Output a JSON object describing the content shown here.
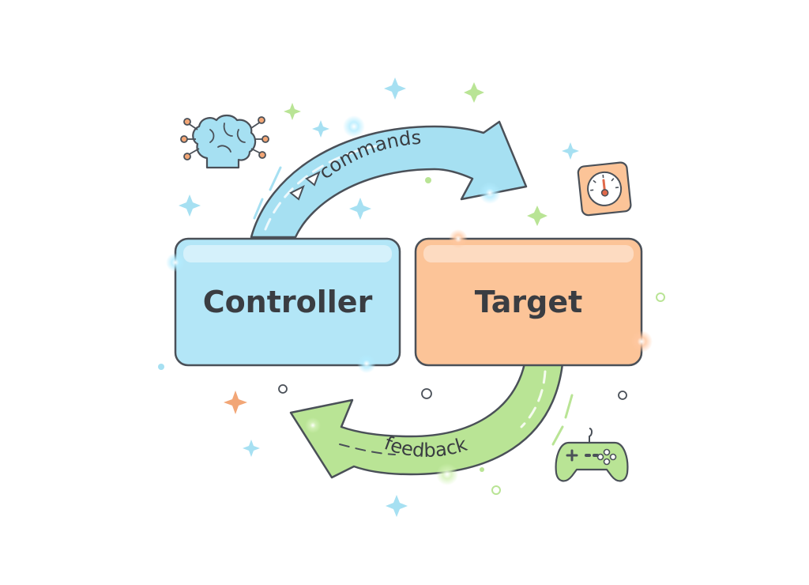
{
  "nodes": {
    "controller": {
      "label": "Controller",
      "fill": "#b3e6f7",
      "stroke": "#4a5058"
    },
    "target": {
      "label": "Target",
      "fill": "#fcc498",
      "stroke": "#4a5058"
    }
  },
  "edges": {
    "commands": {
      "label": "commands",
      "fill": "#a6e0f2"
    },
    "feedback": {
      "label": "feedback",
      "fill": "#b9e495"
    }
  },
  "icons": {
    "brain": "brain-icon",
    "gauge": "gauge-icon",
    "gamepad": "gamepad-icon"
  },
  "colors": {
    "blue": "#a6e0f2",
    "orange": "#fcc498",
    "green": "#b9e495",
    "outline": "#4a5058"
  }
}
